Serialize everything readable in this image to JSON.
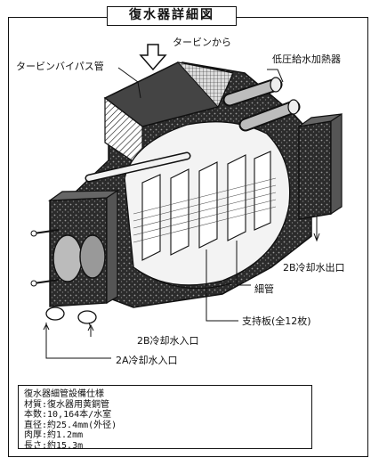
{
  "title": "復水器詳細図",
  "labels": {
    "turbine_from": "タービンから",
    "turbine_bypass": "タービンバイパス管",
    "lp_heater": "低圧給水加熱器",
    "outlet_2b": "2B冷却水出口",
    "tube": "細管",
    "support_plate": "支持板(全12枚)",
    "inlet_2b": "2B冷却水入口",
    "inlet_2a": "2A冷却水入口"
  },
  "spec": {
    "lines": [
      "復水器細管設備仕様",
      "材質:復水器用黄銅管",
      "本数:10,164本/水室",
      "直径:約25.4mm(外径)",
      "肉厚:約1.2mm",
      "長さ:約15.3m"
    ]
  },
  "colors": {
    "ink": "#111111",
    "hatch": "#3a3a3a",
    "paper": "#ffffff"
  }
}
